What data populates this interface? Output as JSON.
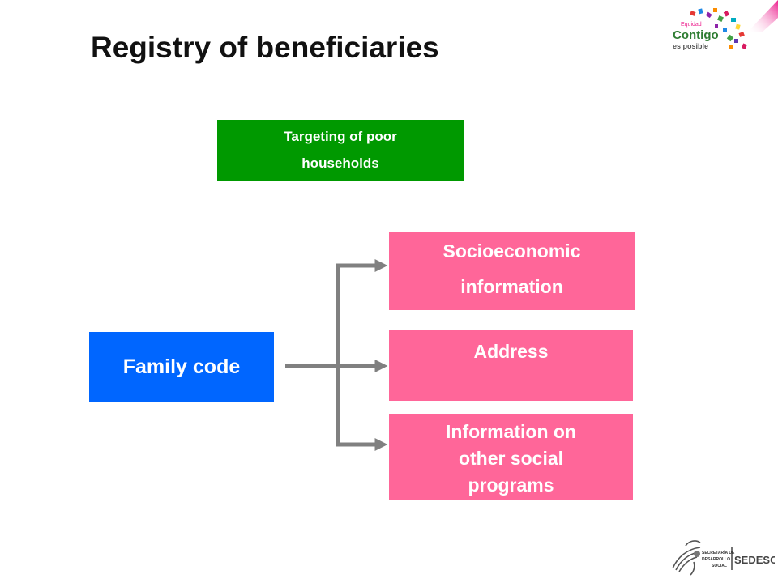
{
  "slide": {
    "title": "Registry of beneficiaries"
  },
  "diagram": {
    "top_box": {
      "lines": [
        "Targeting of poor",
        "households"
      ],
      "color": "#009900"
    },
    "source_box": {
      "label": "Family code",
      "color": "#0066ff"
    },
    "targets": [
      {
        "lines": [
          "Socioeconomic",
          "information"
        ]
      },
      {
        "lines": [
          "Address"
        ]
      },
      {
        "lines": [
          "Information on",
          "other social",
          "programs"
        ]
      }
    ],
    "target_color": "#ff6699",
    "connector_color": "#808080"
  },
  "logos": {
    "contigo": {
      "small_text": "Equidad",
      "main_text": "Contigo",
      "sub_text": "es posible"
    },
    "sedesol": {
      "lines": [
        "SECRETARÍA DE",
        "DESARROLLO",
        "SOCIAL"
      ],
      "brand": "SEDESOL"
    }
  }
}
